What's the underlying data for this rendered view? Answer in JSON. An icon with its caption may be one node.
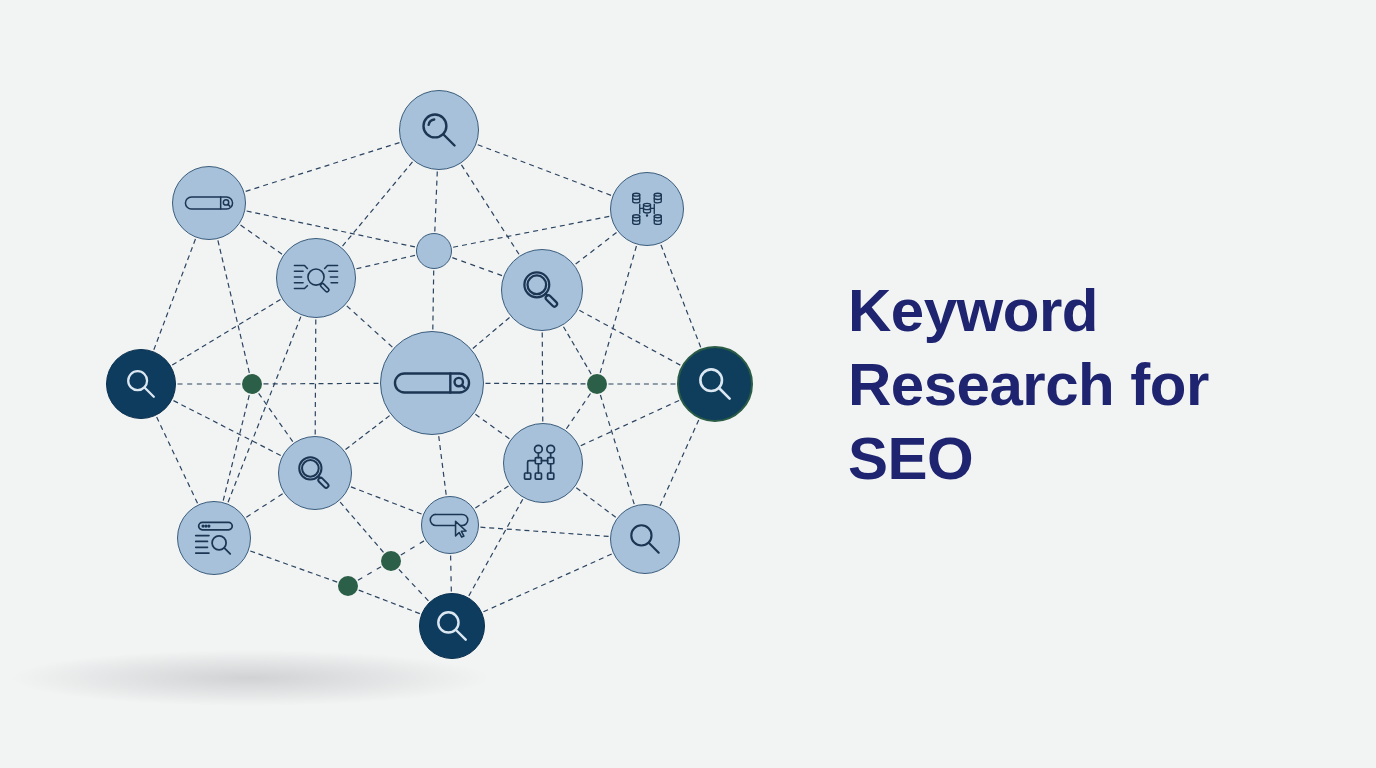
{
  "diagram": {
    "title": "Keyword Research for SEO",
    "nodes": [
      {
        "text": [],
        "shape": "circle"
      },
      {
        "text": [],
        "shape": "circle"
      },
      {
        "text": [],
        "shape": "circle"
      },
      {
        "text": [],
        "shape": "circle"
      },
      {
        "text": [],
        "shape": "circle"
      },
      {
        "text": [],
        "shape": "circle"
      },
      {
        "text": [],
        "shape": "circle"
      },
      {
        "text": [],
        "shape": "circle"
      },
      {
        "text": [],
        "shape": "circle"
      },
      {
        "text": [],
        "shape": "circle"
      },
      {
        "text": [],
        "shape": "circle"
      },
      {
        "text": [],
        "shape": "circle"
      },
      {
        "text": [],
        "shape": "circle"
      },
      {
        "text": [],
        "shape": "circle"
      },
      {
        "text": [],
        "shape": "circle"
      },
      {
        "text": [],
        "shape": "circle"
      },
      {
        "text": [],
        "shape": "circle"
      },
      {
        "text": [],
        "shape": "circle"
      },
      {
        "text": [],
        "shape": "circle"
      }
    ],
    "edges": [
      {
        "from": 1,
        "to": 0,
        "arrow": "none"
      },
      {
        "from": 1,
        "to": 3,
        "arrow": "none"
      },
      {
        "from": 1,
        "to": 4,
        "arrow": "none"
      },
      {
        "from": 1,
        "to": 6,
        "arrow": "none"
      },
      {
        "from": 1,
        "to": 7,
        "arrow": "none"
      },
      {
        "from": 0,
        "to": 4,
        "arrow": "none"
      },
      {
        "from": 0,
        "to": 3,
        "arrow": "none"
      },
      {
        "from": 3,
        "to": 4,
        "arrow": "none"
      },
      {
        "from": 3,
        "to": 8,
        "arrow": "none"
      },
      {
        "from": 4,
        "to": 6,
        "arrow": "none"
      },
      {
        "from": 4,
        "to": 13,
        "arrow": "none"
      },
      {
        "from": 4,
        "to": 11,
        "arrow": "none"
      },
      {
        "from": 4,
        "to": 8,
        "arrow": "none"
      },
      {
        "from": 0,
        "to": 2,
        "arrow": "none"
      },
      {
        "from": 0,
        "to": 5,
        "arrow": "none"
      },
      {
        "from": 3,
        "to": 2,
        "arrow": "none"
      },
      {
        "from": 3,
        "to": 5,
        "arrow": "none"
      },
      {
        "from": 2,
        "to": 5,
        "arrow": "none"
      },
      {
        "from": 2,
        "to": 9,
        "arrow": "none"
      },
      {
        "from": 2,
        "to": 10,
        "arrow": "none"
      },
      {
        "from": 5,
        "to": 8,
        "arrow": "none"
      },
      {
        "from": 5,
        "to": 10,
        "arrow": "none"
      },
      {
        "from": 5,
        "to": 12,
        "arrow": "none"
      },
      {
        "from": 5,
        "to": 9,
        "arrow": "none"
      },
      {
        "from": 6,
        "to": 7,
        "arrow": "none"
      },
      {
        "from": 7,
        "to": 8,
        "arrow": "none"
      },
      {
        "from": 6,
        "to": 11,
        "arrow": "none"
      },
      {
        "from": 6,
        "to": 13,
        "arrow": "none"
      },
      {
        "from": 7,
        "to": 11,
        "arrow": "none"
      },
      {
        "from": 7,
        "to": 13,
        "arrow": "none"
      },
      {
        "from": 8,
        "to": 11,
        "arrow": "none"
      },
      {
        "from": 11,
        "to": 13,
        "arrow": "none"
      },
      {
        "from": 11,
        "to": 14,
        "arrow": "none"
      },
      {
        "from": 11,
        "to": 16,
        "arrow": "none"
      },
      {
        "from": 13,
        "to": 17,
        "arrow": "none"
      },
      {
        "from": 17,
        "to": 16,
        "arrow": "none"
      },
      {
        "from": 16,
        "to": 14,
        "arrow": "none"
      },
      {
        "from": 16,
        "to": 18,
        "arrow": "none"
      },
      {
        "from": 17,
        "to": 18,
        "arrow": "none"
      },
      {
        "from": 8,
        "to": 9,
        "arrow": "none"
      },
      {
        "from": 9,
        "to": 10,
        "arrow": "none"
      },
      {
        "from": 8,
        "to": 12,
        "arrow": "none"
      },
      {
        "from": 8,
        "to": 14,
        "arrow": "none"
      },
      {
        "from": 9,
        "to": 12,
        "arrow": "none"
      },
      {
        "from": 9,
        "to": 15,
        "arrow": "none"
      },
      {
        "from": 12,
        "to": 10,
        "arrow": "none"
      },
      {
        "from": 12,
        "to": 14,
        "arrow": "none"
      },
      {
        "from": 12,
        "to": 15,
        "arrow": "none"
      },
      {
        "from": 12,
        "to": 18,
        "arrow": "none"
      },
      {
        "from": 14,
        "to": 15,
        "arrow": "none"
      },
      {
        "from": 14,
        "to": 18,
        "arrow": "none"
      },
      {
        "from": 15,
        "to": 18,
        "arrow": "none"
      },
      {
        "from": 10,
        "to": 15,
        "arrow": "none"
      }
    ]
  }
}
